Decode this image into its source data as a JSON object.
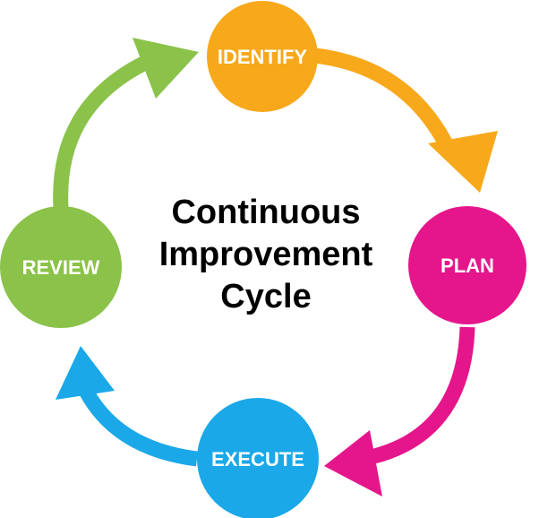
{
  "title": {
    "lines": [
      "Continuous",
      "Improvement",
      "Cycle"
    ]
  },
  "stages": [
    {
      "id": "identify",
      "label": "IDENTIFY",
      "color": "#F7A81B"
    },
    {
      "id": "plan",
      "label": "PLAN",
      "color": "#E5168B"
    },
    {
      "id": "execute",
      "label": "EXECUTE",
      "color": "#1AA8E8"
    },
    {
      "id": "review",
      "label": "REVIEW",
      "color": "#8BC24A"
    }
  ]
}
